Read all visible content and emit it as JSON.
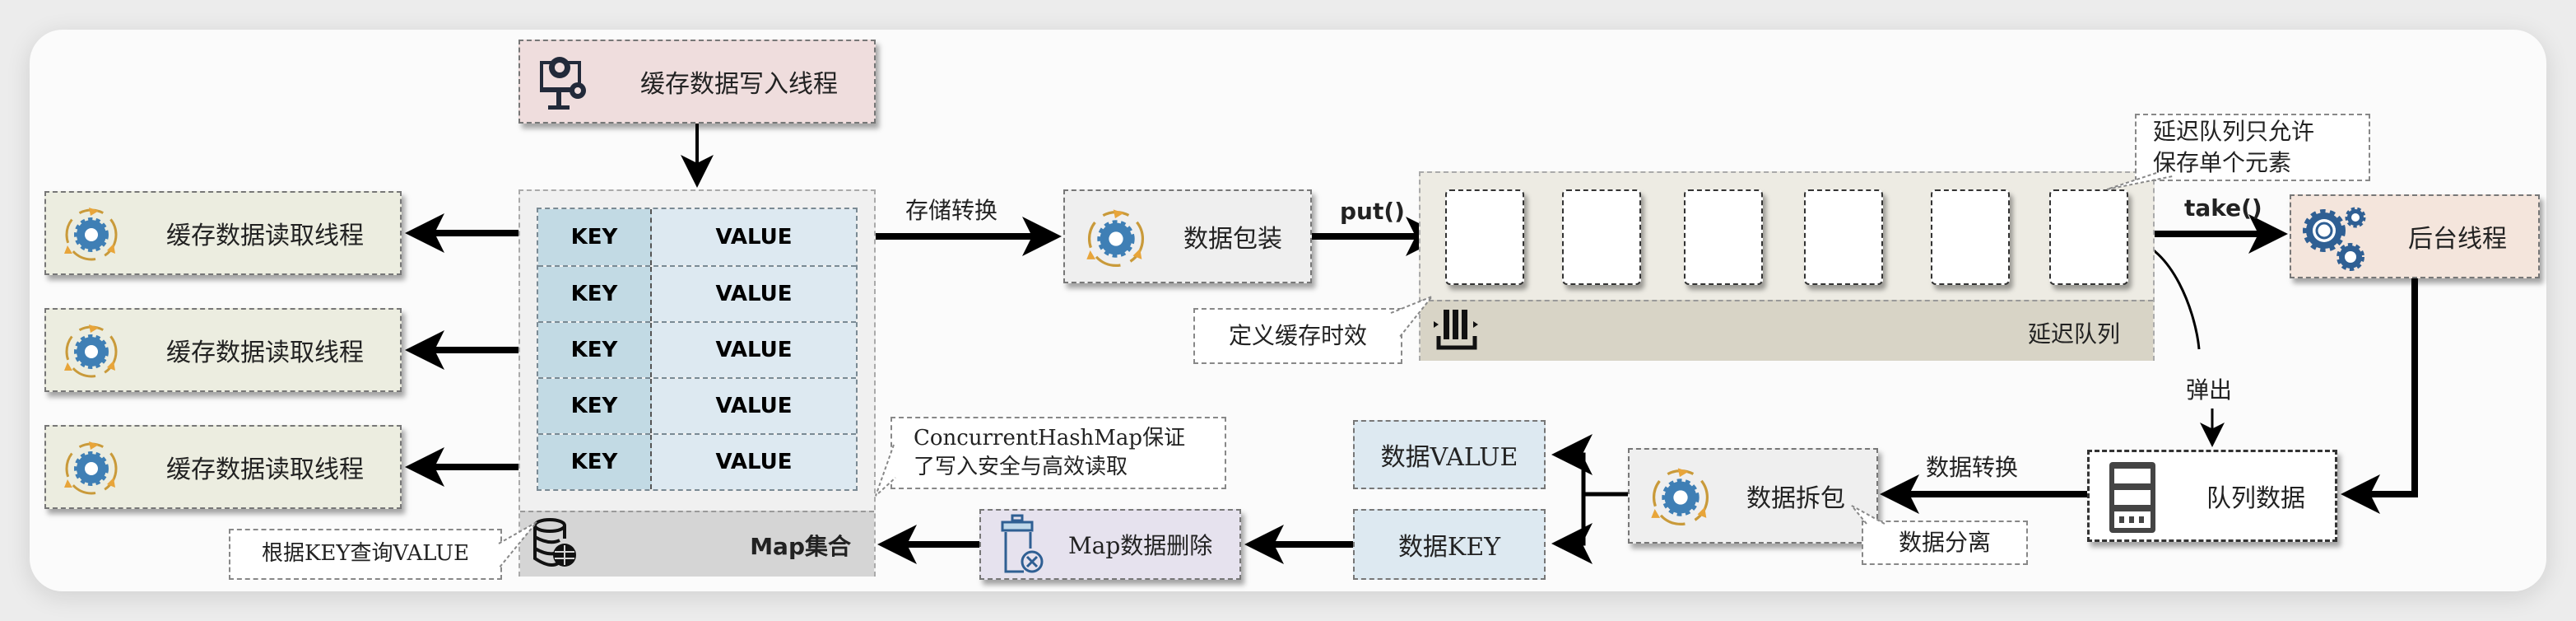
{
  "diagram": {
    "write_thread": {
      "label": "缓存数据写入线程",
      "icon": "monitor-gear-icon",
      "color": "#efdddd"
    },
    "read_threads": [
      {
        "label": "缓存数据读取线程",
        "icon": "gear-cycle-icon"
      },
      {
        "label": "缓存数据读取线程",
        "icon": "gear-cycle-icon"
      },
      {
        "label": "缓存数据读取线程",
        "icon": "gear-cycle-icon"
      }
    ],
    "read_thread_color": "#ecede0",
    "map": {
      "rows": [
        {
          "key": "KEY",
          "value": "VALUE"
        },
        {
          "key": "KEY",
          "value": "VALUE"
        },
        {
          "key": "KEY",
          "value": "VALUE"
        },
        {
          "key": "KEY",
          "value": "VALUE"
        },
        {
          "key": "KEY",
          "value": "VALUE"
        }
      ],
      "label": "Map集合",
      "icon": "database-icon",
      "key_color": "#c2dae4",
      "value_color": "#dde9f1"
    },
    "edge_labels": {
      "store_convert": "存储转换",
      "put": "put()",
      "take": "take()",
      "pop": "弹出",
      "data_convert": "数据转换"
    },
    "data_wrap": {
      "label": "数据包装",
      "icon": "gear-cycle-icon"
    },
    "delay_queue": {
      "label": "延迟队列",
      "slot_count": 6,
      "icon": "queue-icon",
      "color": "#d8d4c6"
    },
    "background_thread": {
      "label": "后台线程",
      "icon": "gears-icon",
      "color": "#f4e5dc"
    },
    "queue_data": {
      "label": "队列数据",
      "icon": "server-icon"
    },
    "data_unpack": {
      "label": "数据拆包",
      "icon": "gear-cycle-icon"
    },
    "data_value": {
      "label": "数据VALUE"
    },
    "data_key": {
      "label": "数据KEY"
    },
    "map_delete": {
      "label": "Map数据删除",
      "icon": "trash-delete-icon",
      "color": "#e6e2ee"
    },
    "callouts": {
      "cache_expiry": "定义缓存时效",
      "single_element": [
        "延迟队列只允许",
        "保存单个元素"
      ],
      "concurrent_map": [
        "ConcurrentHashMap保证",
        "了写入安全与高效读取"
      ],
      "query_by_key": "根据KEY查询VALUE",
      "data_split": "数据分离"
    }
  }
}
